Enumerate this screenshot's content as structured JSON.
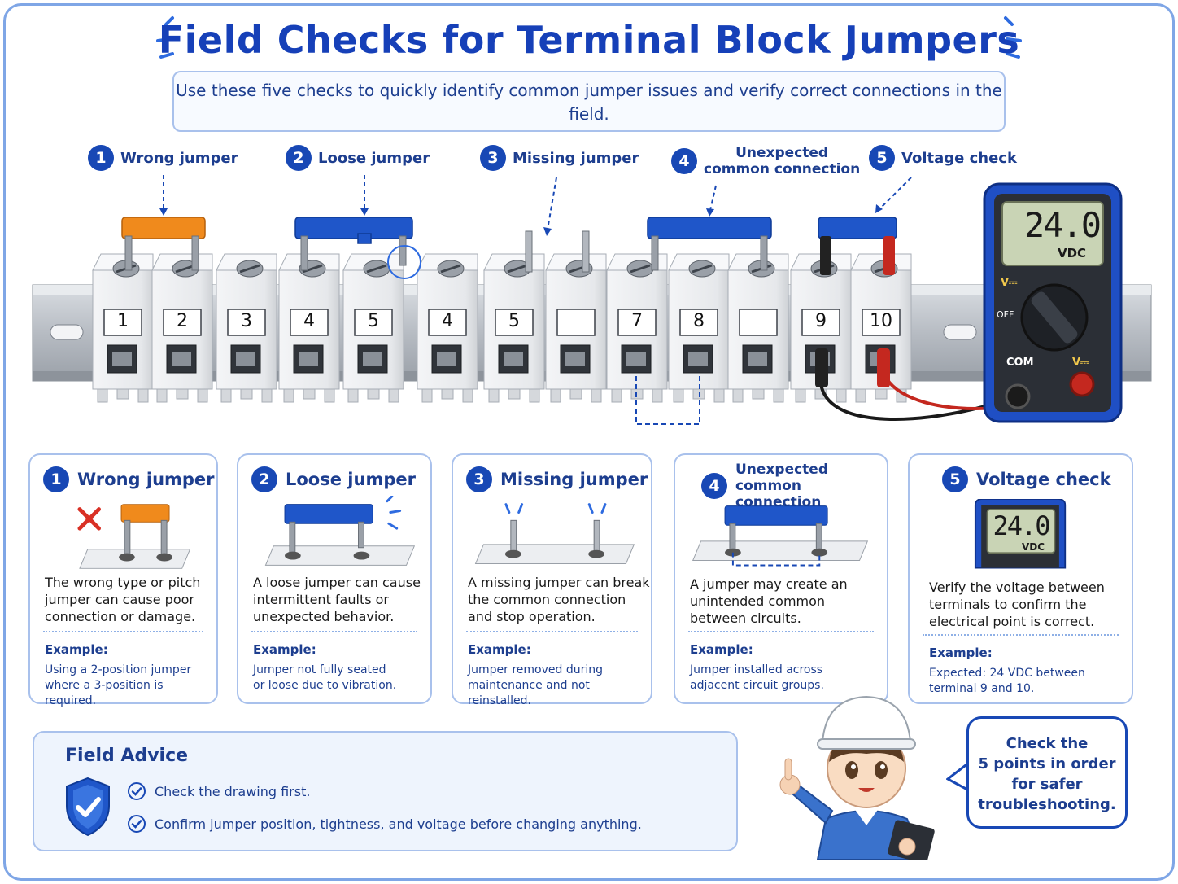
{
  "title": "Field Checks for Terminal Block Jumpers",
  "subtitle": "Use these five checks to quickly identify common jumper issues and verify correct connections in the field.",
  "callouts": [
    {
      "num": "1",
      "label": "Wrong jumper"
    },
    {
      "num": "2",
      "label": "Loose jumper"
    },
    {
      "num": "3",
      "label": "Missing jumper"
    },
    {
      "num": "4",
      "label_line1": "Unexpected",
      "label_line2": "common connection"
    },
    {
      "num": "5",
      "label": "Voltage check"
    }
  ],
  "terminals": [
    "1",
    "2",
    "3",
    "4",
    "5",
    "4",
    "5",
    "",
    "7",
    "8",
    "",
    "9",
    "10"
  ],
  "meter": {
    "reading": "24.0",
    "unit": "VDC",
    "dial_v": "V⎓",
    "dial_off": "OFF",
    "com": "COM",
    "vport": "V⎓"
  },
  "cards": [
    {
      "num": "1",
      "title": "Wrong jumper",
      "desc": [
        "The wrong type or pitch",
        "jumper can cause poor",
        "connection or damage."
      ],
      "example_label": "Example:",
      "example": [
        "Using a 2-position jumper",
        "where a 3-position is required."
      ]
    },
    {
      "num": "2",
      "title": "Loose jumper",
      "desc": [
        "A loose jumper can cause",
        "intermittent faults or",
        "unexpected behavior."
      ],
      "example_label": "Example:",
      "example": [
        "Jumper not fully seated",
        "or loose due to vibration."
      ]
    },
    {
      "num": "3",
      "title": "Missing jumper",
      "desc": [
        "A missing jumper can break",
        "the common connection",
        "and stop operation."
      ],
      "example_label": "Example:",
      "example": [
        "Jumper removed during",
        "maintenance and not reinstalled."
      ]
    },
    {
      "num": "4",
      "title_line1": "Unexpected",
      "title_line2": "common connection",
      "desc": [
        "A jumper may create an",
        "unintended common",
        "between circuits."
      ],
      "example_label": "Example:",
      "example": [
        "Jumper installed across",
        "adjacent circuit groups."
      ]
    },
    {
      "num": "5",
      "title": "Voltage check",
      "meter_reading": "24.0",
      "meter_unit": "VDC",
      "desc": [
        "Verify the voltage between",
        "terminals to confirm the",
        "electrical point is correct."
      ],
      "example_label": "Example:",
      "example": [
        "Expected: 24 VDC between",
        "terminal 9 and 10."
      ]
    }
  ],
  "advice": {
    "title": "Field Advice",
    "items": [
      "Check the drawing first.",
      "Confirm jumper position, tightness, and voltage before changing anything."
    ]
  },
  "bubble": [
    "Check the",
    "5 points in order",
    "for safer",
    "troubleshooting."
  ],
  "colors": {
    "accent": "#1848b5",
    "orange": "#f08a1c",
    "red": "#d93025",
    "meter_body": "#1f4fc4"
  }
}
